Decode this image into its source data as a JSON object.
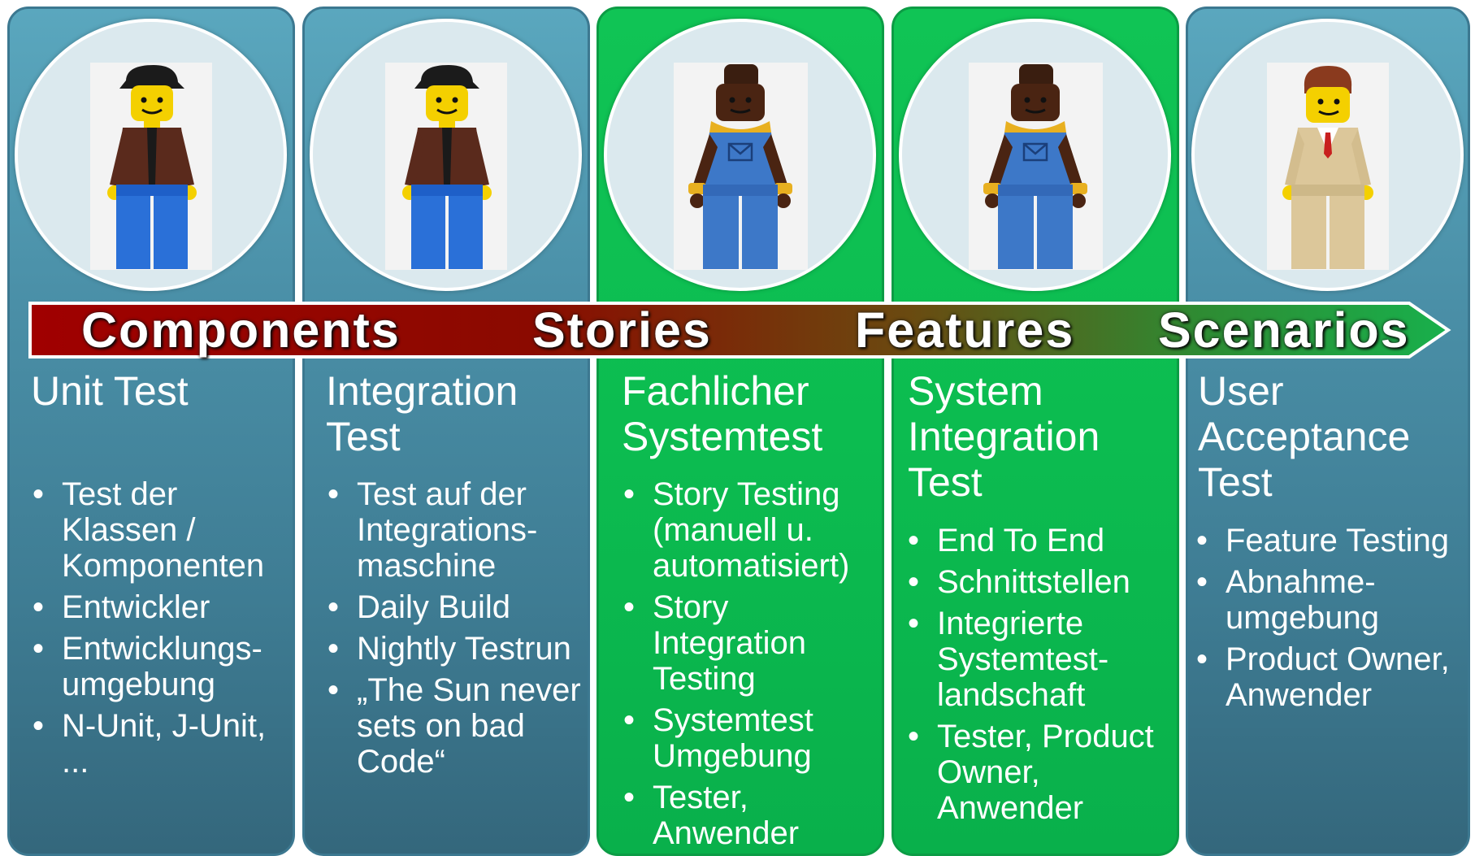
{
  "colors": {
    "blue_column": "#4a8fa7",
    "green_column": "#0cbc50",
    "arrow_start": "#8b0000",
    "arrow_end": "#1aa84a",
    "text": "#ffffff"
  },
  "arrow": {
    "labels": [
      "Components",
      "Stories",
      "Features",
      "Scenarios"
    ]
  },
  "columns": [
    {
      "theme": "blue",
      "figure": "lego-figure-cap-jacket",
      "title_lines": [
        "Unit Test"
      ],
      "bullets": [
        [
          "Test der",
          "Klassen /",
          "Komponenten"
        ],
        [
          "Entwickler"
        ],
        [
          "Entwicklungs-",
          "umgebung"
        ],
        [
          "N-Unit, J-Unit,",
          "..."
        ]
      ]
    },
    {
      "theme": "blue",
      "figure": "lego-figure-cap-jacket",
      "title_lines": [
        "Integration",
        "Test"
      ],
      "bullets": [
        [
          "Test auf der",
          "Integrations-",
          "maschine"
        ],
        [
          "Daily Build"
        ],
        [
          "Nightly Testrun"
        ],
        [
          "„The Sun never",
          "sets on bad",
          "Code“"
        ]
      ]
    },
    {
      "theme": "green",
      "figure": "lego-figure-overalls",
      "title_lines": [
        "Fachlicher",
        "Systemtest"
      ],
      "bullets": [
        [
          "Story Testing",
          "(manuell u.",
          "automatisiert)"
        ],
        [
          "Story",
          "Integration",
          "Testing"
        ],
        [
          "Systemtest",
          "Umgebung"
        ],
        [
          "Tester,",
          "Anwender"
        ]
      ]
    },
    {
      "theme": "green",
      "figure": "lego-figure-overalls",
      "title_lines": [
        "System",
        "Integration",
        "Test"
      ],
      "bullets": [
        [
          "End To End"
        ],
        [
          "Schnittstellen"
        ],
        [
          "Integrierte",
          "Systemtest-",
          "landschaft"
        ],
        [
          "Tester, Product",
          "Owner,",
          "Anwender"
        ]
      ]
    },
    {
      "theme": "blue",
      "figure": "lego-figure-suit",
      "title_lines": [
        "User",
        "Acceptance",
        "Test"
      ],
      "bullets": [
        [
          "Feature Testing"
        ],
        [
          "Abnahme-",
          "umgebung"
        ],
        [
          "Product Owner,",
          "Anwender"
        ]
      ]
    }
  ]
}
